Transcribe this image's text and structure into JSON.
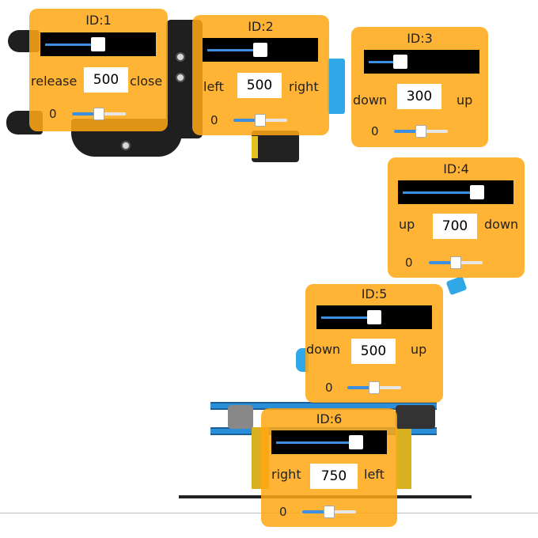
{
  "servos": [
    {
      "title": "ID:1",
      "left_label": "release",
      "right_label": "close",
      "value": "500",
      "min_label": "0",
      "bar_level": 0.5,
      "speed_level": 0.5,
      "selected": true
    },
    {
      "title": "ID:2",
      "left_label": "left",
      "right_label": "right",
      "value": "500",
      "min_label": "0",
      "bar_level": 0.5,
      "speed_level": 0.5,
      "selected": false
    },
    {
      "title": "ID:3",
      "left_label": "down",
      "right_label": "up",
      "value": "300",
      "min_label": "0",
      "bar_level": 0.3,
      "speed_level": 0.5,
      "selected": true
    },
    {
      "title": "ID:4",
      "left_label": "up",
      "right_label": "down",
      "value": "700",
      "min_label": "0",
      "bar_level": 0.7,
      "speed_level": 0.5,
      "selected": true
    },
    {
      "title": "ID:5",
      "left_label": "down",
      "right_label": "up",
      "value": "500",
      "min_label": "0",
      "bar_level": 0.5,
      "speed_level": 0.5,
      "selected": true
    },
    {
      "title": "ID:6",
      "left_label": "right",
      "right_label": "left",
      "value": "750",
      "min_label": "0",
      "bar_level": 0.75,
      "speed_level": 0.5,
      "selected": false
    }
  ],
  "colors": {
    "panel": "#ffa814",
    "highlight": "#f04848",
    "bar": "#000000",
    "bar_fill": "#3c8ee0"
  }
}
